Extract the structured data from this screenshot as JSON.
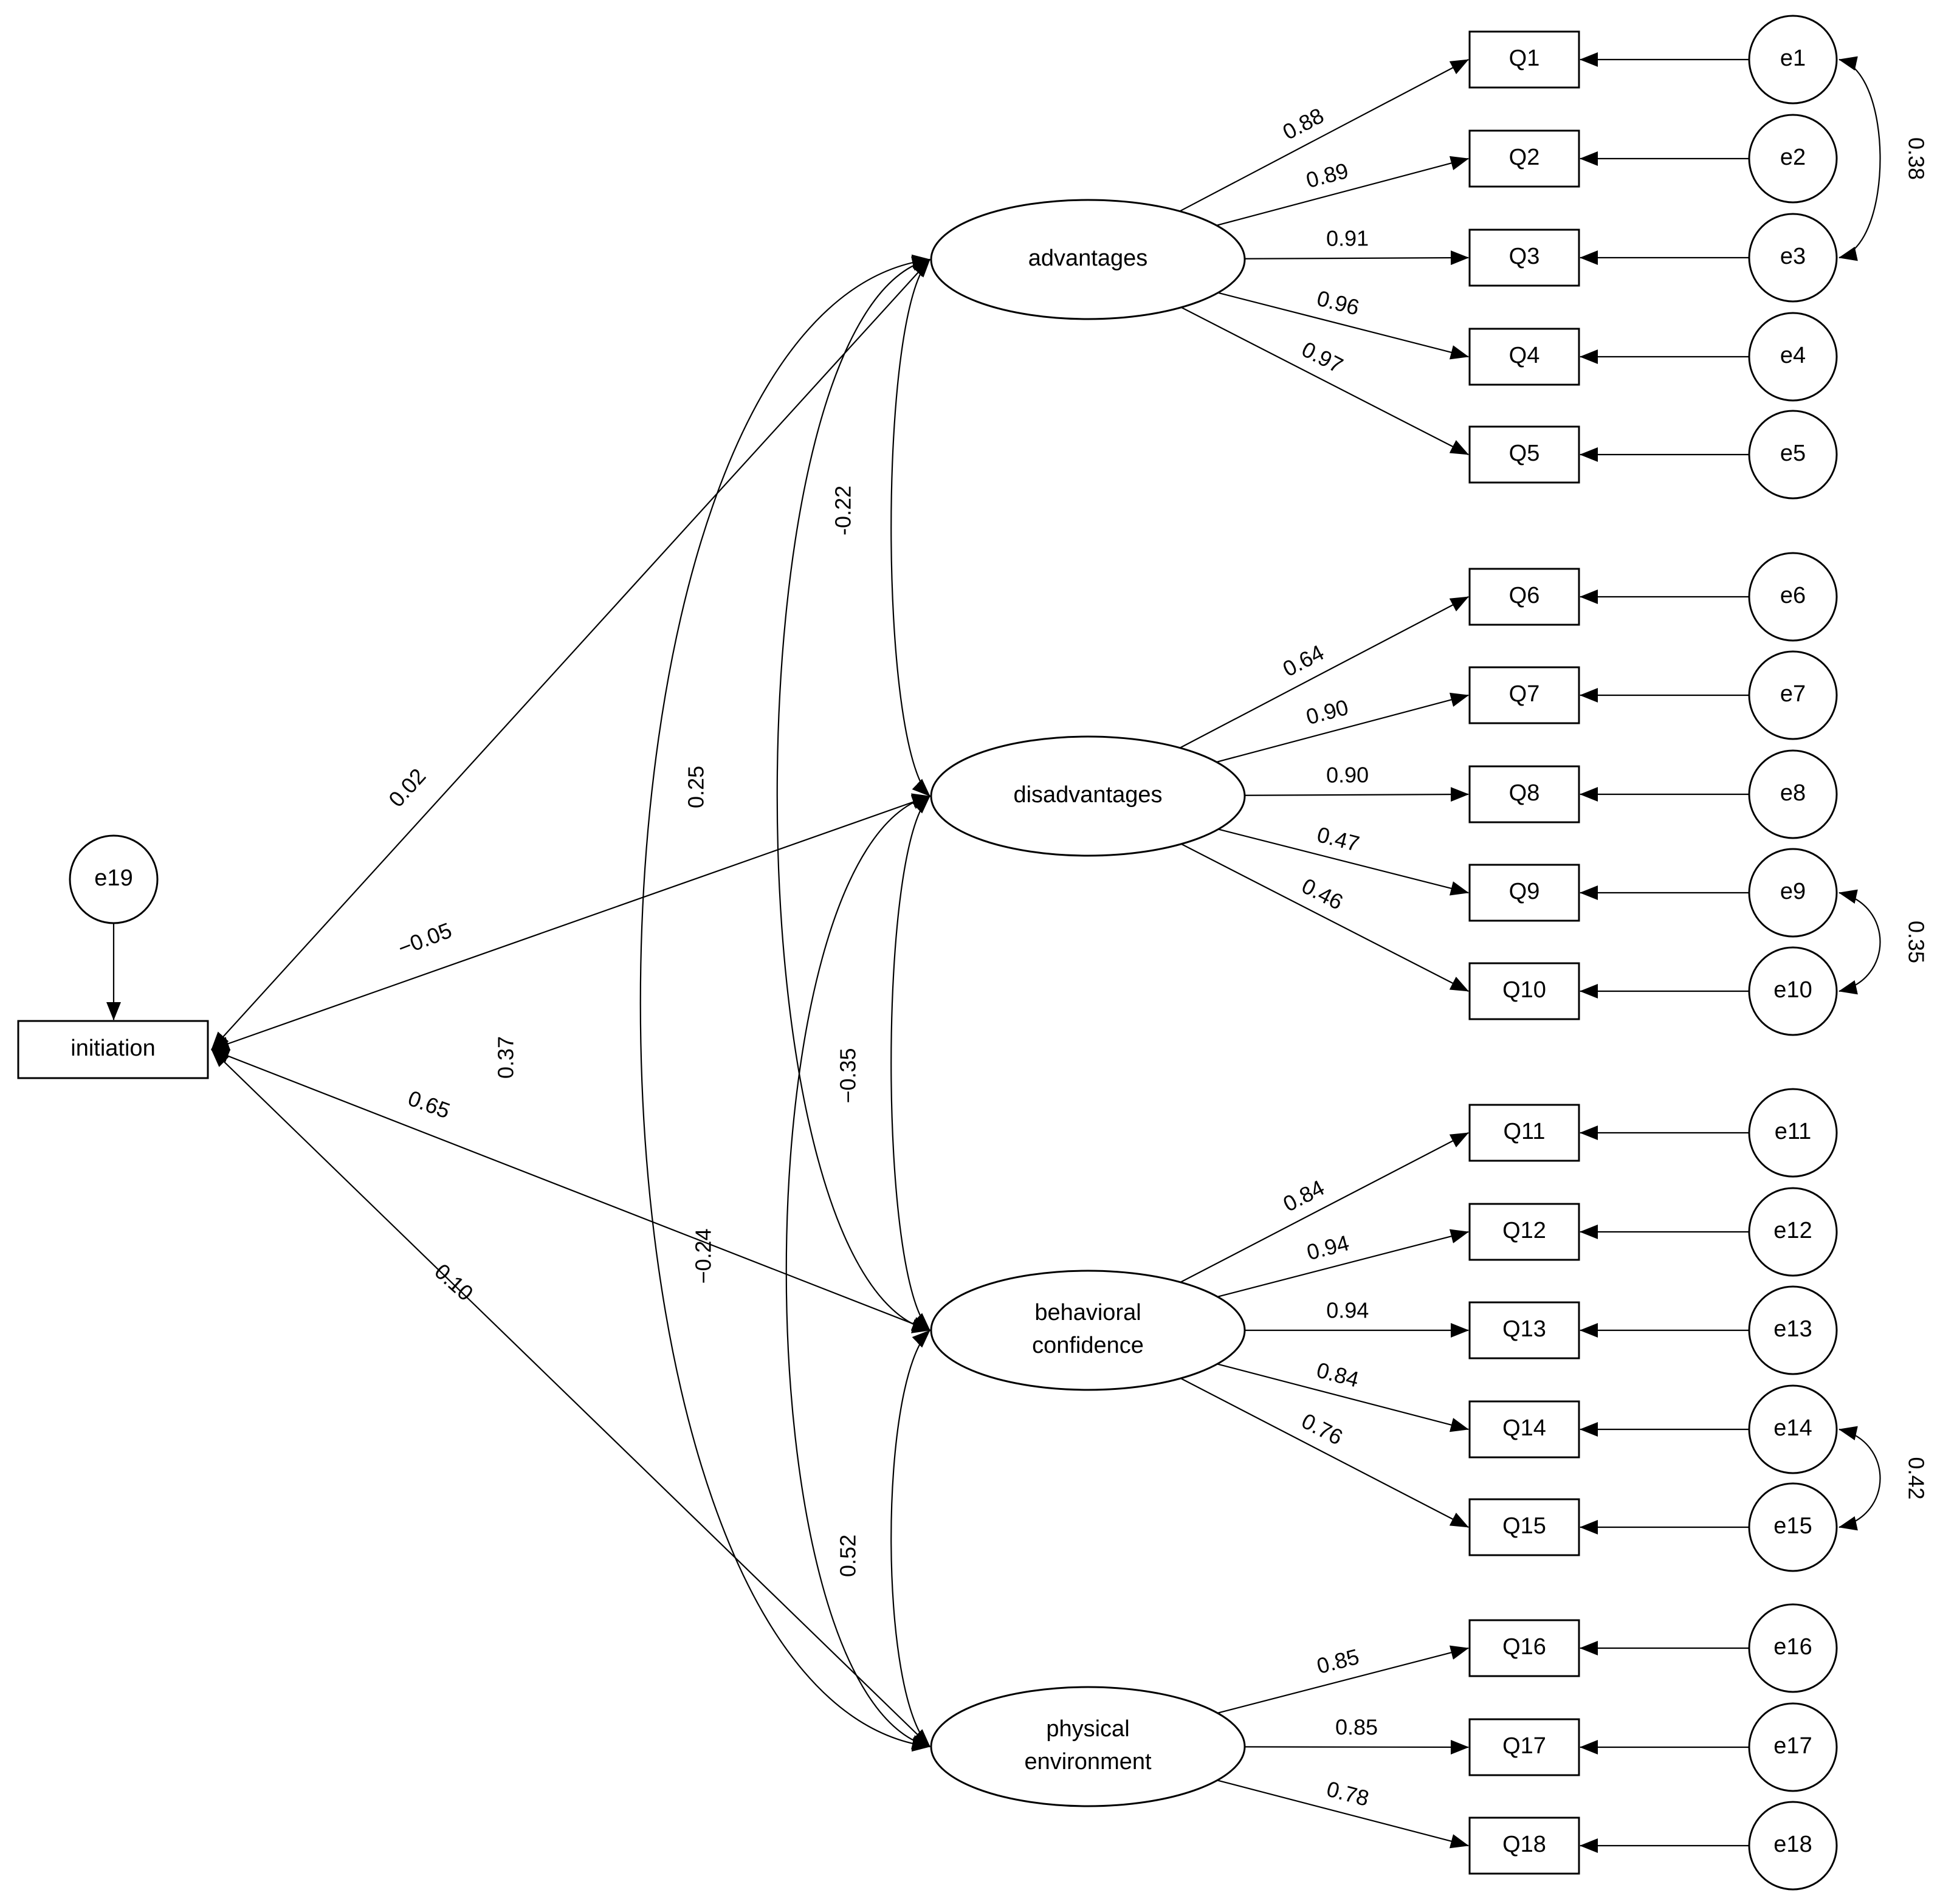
{
  "exogenous": {
    "id": "initiation",
    "label": "initiation",
    "error": "e19"
  },
  "factors": [
    {
      "id": "advantages",
      "lines": [
        "advantages"
      ],
      "path_from_initiation": "0.02",
      "items": [
        {
          "label": "Q1",
          "error": "e1",
          "loading": "0.88"
        },
        {
          "label": "Q2",
          "error": "e2",
          "loading": "0.89"
        },
        {
          "label": "Q3",
          "error": "e3",
          "loading": "0.91"
        },
        {
          "label": "Q4",
          "error": "e4",
          "loading": "0.96"
        },
        {
          "label": "Q5",
          "error": "e5",
          "loading": "0.97"
        }
      ]
    },
    {
      "id": "disadvantages",
      "lines": [
        "disadvantages"
      ],
      "path_from_initiation": "−0.05",
      "items": [
        {
          "label": "Q6",
          "error": "e6",
          "loading": "0.64"
        },
        {
          "label": "Q7",
          "error": "e7",
          "loading": "0.90"
        },
        {
          "label": "Q8",
          "error": "e8",
          "loading": "0.90"
        },
        {
          "label": "Q9",
          "error": "e9",
          "loading": "0.47"
        },
        {
          "label": "Q10",
          "error": "e10",
          "loading": "0.46"
        }
      ]
    },
    {
      "id": "behavioral-confidence",
      "lines": [
        "behavioral",
        "confidence"
      ],
      "path_from_initiation": "0.65",
      "items": [
        {
          "label": "Q11",
          "error": "e11",
          "loading": "0.84"
        },
        {
          "label": "Q12",
          "error": "e12",
          "loading": "0.94"
        },
        {
          "label": "Q13",
          "error": "e13",
          "loading": "0.94"
        },
        {
          "label": "Q14",
          "error": "e14",
          "loading": "0.84"
        },
        {
          "label": "Q15",
          "error": "e15",
          "loading": "0.76"
        }
      ]
    },
    {
      "id": "physical-environment",
      "lines": [
        "physical",
        "environment"
      ],
      "path_from_initiation": "0.10",
      "items": [
        {
          "label": "Q16",
          "error": "e16",
          "loading": "0.85"
        },
        {
          "label": "Q17",
          "error": "e17",
          "loading": "0.85"
        },
        {
          "label": "Q18",
          "error": "e18",
          "loading": "0.78"
        }
      ]
    }
  ],
  "factor_covariances": [
    {
      "from": "advantages",
      "to": "disadvantages",
      "value": "-0.22"
    },
    {
      "from": "advantages",
      "to": "behavioral-confidence",
      "value": "0.25"
    },
    {
      "from": "advantages",
      "to": "physical-environment",
      "value": "0.37"
    },
    {
      "from": "disadvantages",
      "to": "behavioral-confidence",
      "value": "−0.35"
    },
    {
      "from": "disadvantages",
      "to": "physical-environment",
      "value": "−0.24"
    },
    {
      "from": "behavioral-confidence",
      "to": "physical-environment",
      "value": "0.52"
    }
  ],
  "error_covariances": [
    {
      "from": "e1",
      "to": "e3",
      "value": "0.38"
    },
    {
      "from": "e9",
      "to": "e10",
      "value": "0.35"
    },
    {
      "from": "e14",
      "to": "e15",
      "value": "0.42"
    }
  ]
}
